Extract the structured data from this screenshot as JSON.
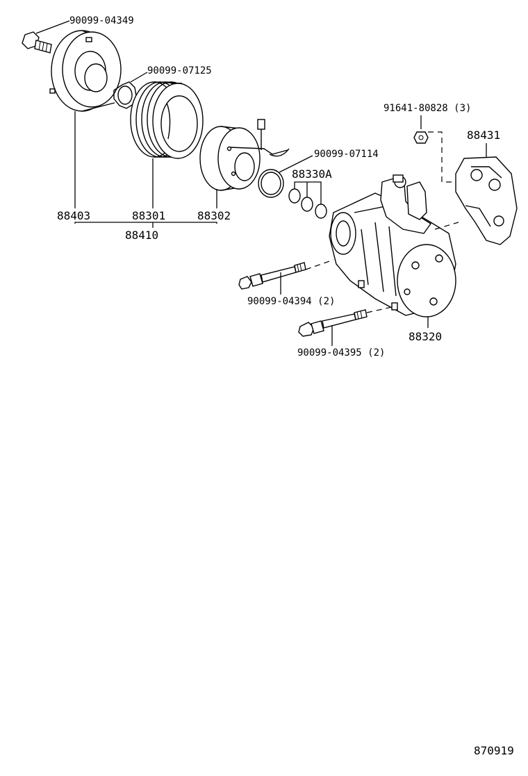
{
  "diagram": {
    "callouts": {
      "bolt_top": "90099-04349",
      "snap_ring": "90099-07125",
      "nut": "91641-80828 (3)",
      "bracket": "88431",
      "coil_ring": "90099-07114",
      "shims": "88330A",
      "hub": "88403",
      "pulley": "88301",
      "stator": "88302",
      "clutch_assy": "88410",
      "bolt_long_1": "90099-04394 (2)",
      "compressor": "88320",
      "bolt_long_2": "90099-04395 (2)"
    },
    "catalog_code": "870919"
  }
}
